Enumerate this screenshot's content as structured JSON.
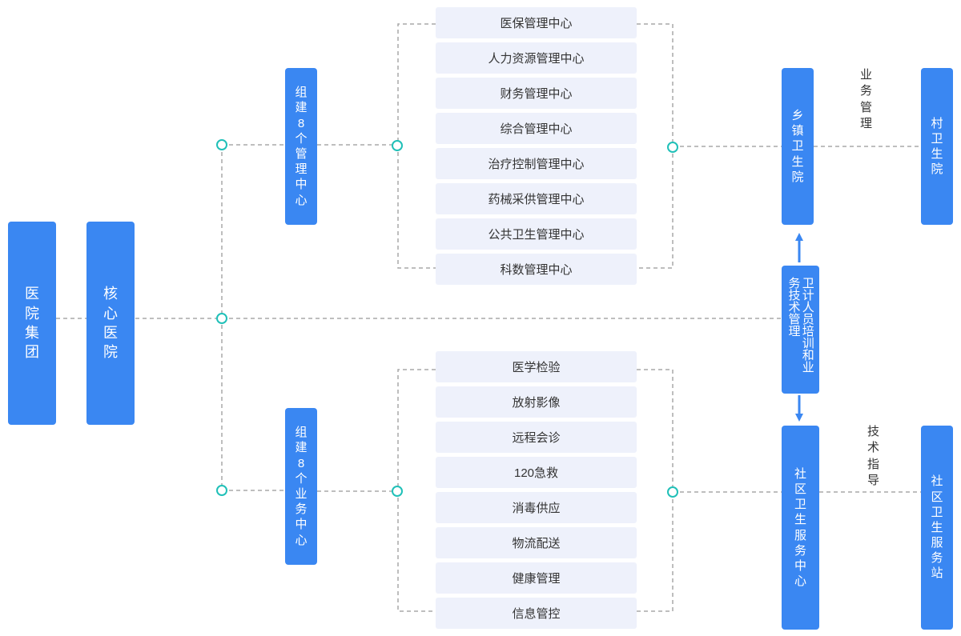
{
  "colors": {
    "box_blue": "#3a87f2",
    "item_bg": "#eef1fb",
    "dash_line": "#a9a9a9",
    "node_circle": "#20c0b8",
    "arrow": "#3a87f2"
  },
  "hospital_group": "医院集团",
  "core_hospital": "核心医院",
  "management_hub": "组建8个管理中心",
  "business_hub": "组建8个业务中心",
  "management_centers": [
    "医保管理中心",
    "人力资源管理中心",
    "财务管理中心",
    "综合管理中心",
    "治疗控制管理中心",
    "药械采供管理中心",
    "公共卫生管理中心",
    "科数管理中心"
  ],
  "business_centers": [
    "医学检验",
    "放射影像",
    "远程会诊",
    "120急救",
    "消毒供应",
    "物流配送",
    "健康管理",
    "信息管控"
  ],
  "township_hospital": "乡镇卫生院",
  "village_clinic": "村卫生院",
  "business_management_label": "业务管理",
  "training_box": "卫计人员培训和业务技术管理",
  "community_center": "社区卫生服务中心",
  "community_station": "社区卫生服务站",
  "technical_guidance_label": "技术指导"
}
